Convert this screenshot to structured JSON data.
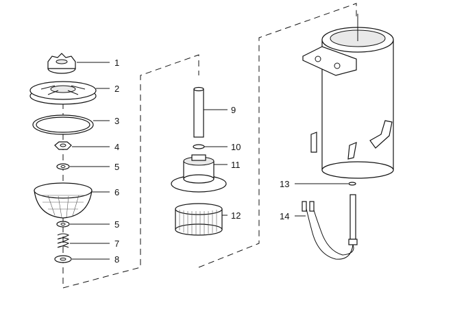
{
  "labels": {
    "p1": "1",
    "p2": "2",
    "p3": "3",
    "p4": "4",
    "p5a": "5",
    "p6": "6",
    "p5b": "5",
    "p7": "7",
    "p8": "8",
    "p9": "9",
    "p10": "10",
    "p11": "11",
    "p12": "12",
    "p13": "13",
    "p14": "14"
  }
}
